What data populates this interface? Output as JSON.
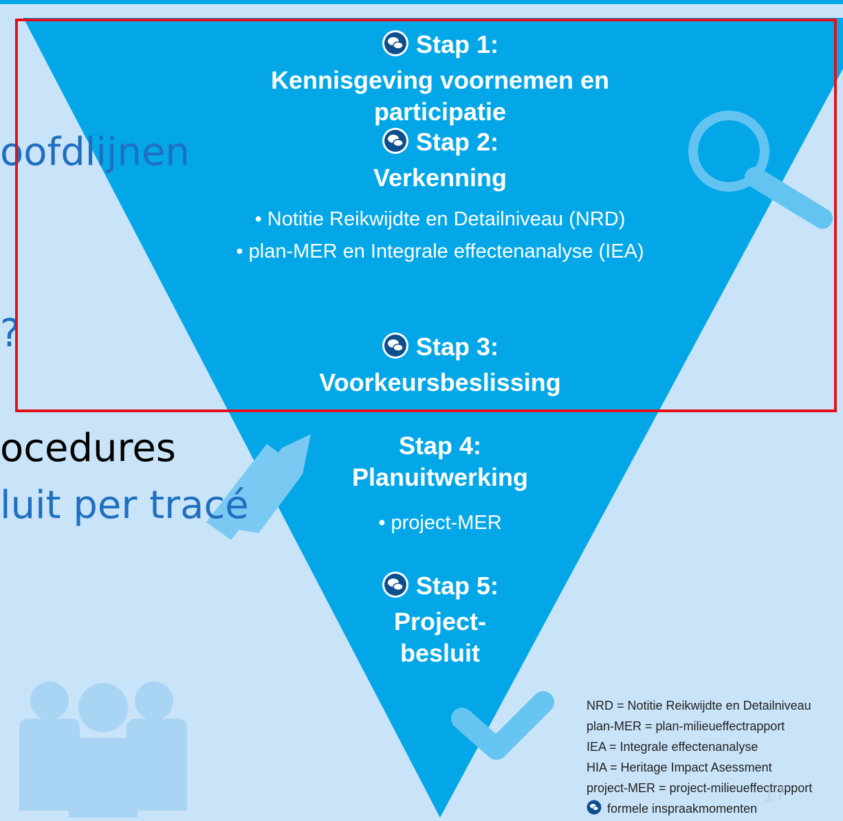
{
  "colors": {
    "background": "#c9e4f8",
    "funnel": "#03a7e8",
    "slide_text_blue": "#1f6fc0",
    "highlight_border": "#e3101a",
    "bubble_icon": "#0c4f8c"
  },
  "slide_fragments": {
    "line1": "oofdlijnen",
    "line2": "?",
    "line3": "ocedures",
    "line4": "luit per tracé"
  },
  "steps": [
    {
      "title": "Stap 1:",
      "name": "Kennisgeving voornemen en participatie",
      "icon": "speech-bubble-icon"
    },
    {
      "title": "Stap 2:",
      "name": "Verkenning",
      "icon": "speech-bubble-icon",
      "bullets": [
        "• Notitie Reikwijdte en Detailniveau (NRD)",
        "• plan-MER en Integrale effectenanalyse (IEA)"
      ]
    },
    {
      "title": "Stap 3:",
      "name": "Voorkeursbeslissing",
      "icon": "speech-bubble-icon"
    },
    {
      "title": "Stap 4:",
      "name": "Planuitwerking",
      "bullets": [
        "• project-MER"
      ]
    },
    {
      "title": "Stap 5:",
      "name_line1": "Project-",
      "name_line2": "besluit",
      "icon": "speech-bubble-icon"
    }
  ],
  "legend": {
    "items": [
      "NRD = Notitie Reikwijdte en Detailniveau",
      "plan-MER = plan-milieueffectrapport",
      "IEA = Integrale effectenanalyse",
      "HIA = Heritage Impact Asessment",
      "project-MER = project-milieueffectrapport"
    ],
    "icon_label": "formele inspraakmomenten"
  },
  "page_number": "17",
  "decorative_icons": [
    "magnifier-icon",
    "pencil-icon",
    "people-icon",
    "checkmark-icon"
  ]
}
